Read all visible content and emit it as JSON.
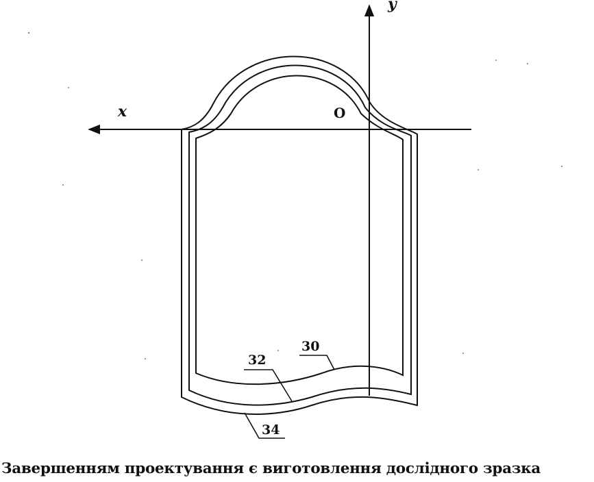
{
  "diagram": {
    "axes": {
      "x_label": "x",
      "y_label": "y",
      "origin_label": "O"
    },
    "callouts": [
      {
        "label": "30"
      },
      {
        "label": "32"
      },
      {
        "label": "34"
      }
    ]
  },
  "caption": "Завершенням проектування є виготовлення дослідного зразка",
  "colors": {
    "ink": "#111111",
    "background": "#ffffff"
  }
}
